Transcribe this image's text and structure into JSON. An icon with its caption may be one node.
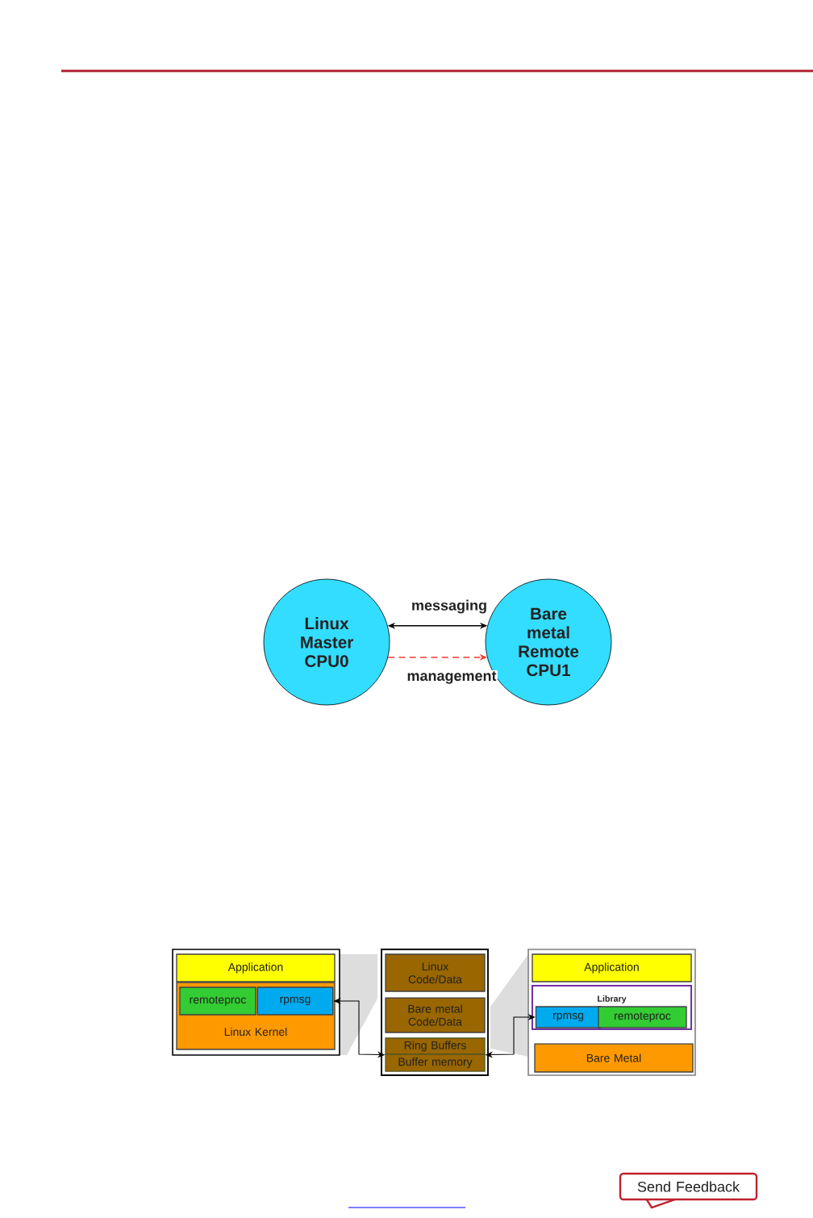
{
  "diagram": {
    "nodes": [
      {
        "text": [
          "Linux Master CPU0"
        ]
      },
      {
        "text": [
          "Bare metal Remote CPU1"
        ]
      },
      {
        "text": [],
        "shape": "box"
      },
      {
        "text": [
          "Application"
        ],
        "in": 2
      },
      {
        "text": [
          "Linux Kernel"
        ],
        "in": 2
      },
      {
        "text": [
          "remoteproc"
        ],
        "in": 4
      },
      {
        "text": [
          "rpmsg"
        ],
        "in": 4
      },
      {
        "text": [],
        "shape": "box"
      },
      {
        "text": [
          "Linux Code/Data"
        ],
        "in": 7
      },
      {
        "text": [
          "Bare metal Code/Data"
        ],
        "in": 7
      },
      {
        "text": [
          "Ring Buffers"
        ],
        "in": 7
      },
      {
        "text": [
          "Buffer memory"
        ],
        "in": 7
      },
      {
        "text": [],
        "shape": "box"
      },
      {
        "text": [
          "Application"
        ],
        "in": 12
      },
      {
        "text": [
          "Library"
        ],
        "in": 12
      },
      {
        "text": [
          "rpmsg"
        ],
        "in": 14
      },
      {
        "text": [
          "remoteproc"
        ],
        "in": 14
      },
      {
        "text": [
          "Bare Metal"
        ],
        "in": 12
      },
      {
        "text": [
          "Send Feedback"
        ]
      }
    ],
    "edges": [
      {
        "from": 0,
        "to": 1,
        "arrow": "both",
        "label": "messaging"
      },
      {
        "from": 0,
        "to": 1,
        "arrow": "to",
        "label": "management",
        "style": "dashed",
        "color": "#f03a2e"
      },
      {
        "from": 6,
        "to": 10,
        "arrow": "both"
      },
      {
        "from": 10,
        "to": 15,
        "arrow": "both"
      }
    ]
  }
}
